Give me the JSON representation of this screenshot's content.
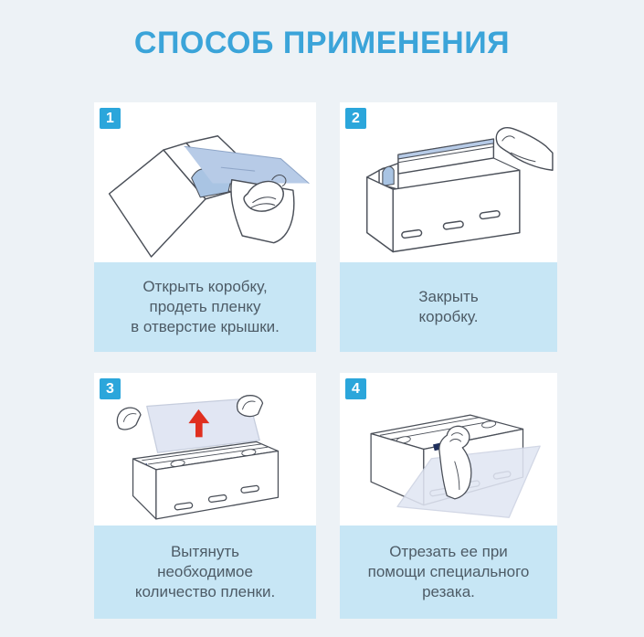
{
  "page": {
    "title": "СПОСОБ ПРИМЕНЕНИЯ",
    "background_color": "#EDF2F6",
    "title_color": "#3BA4D9"
  },
  "colors": {
    "badge_background": "#2BA6DB",
    "badge_text": "#FFFFFF",
    "panel_background": "#FFFFFF",
    "caption_background": "#C7E6F5",
    "caption_text": "#4D5B66",
    "line_art": "#4A4F58",
    "film_blue": "#B7CBE7",
    "film_light_sheet": "#E1E6F3",
    "arrow_red": "#E02F1F",
    "cutter_navy": "#25386D"
  },
  "steps": [
    {
      "number": "1",
      "caption": "Открыть коробку,\nпродеть пленку\nв отверстие крышки.",
      "illustration": "open-box-thread-film"
    },
    {
      "number": "2",
      "caption": "Закрыть\nкоробку.",
      "illustration": "close-box"
    },
    {
      "number": "3",
      "caption": "Вытянуть\nнеобходимое\nколичество пленки.",
      "illustration": "pull-out-film"
    },
    {
      "number": "4",
      "caption": "Отрезать ее при\nпомощи специального\nрезака.",
      "illustration": "cut-film-with-cutter"
    }
  ]
}
